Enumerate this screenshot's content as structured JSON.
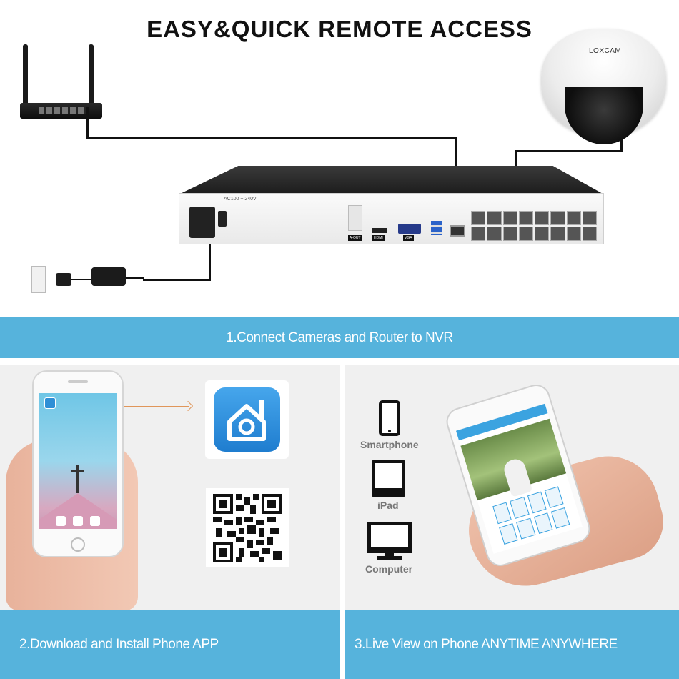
{
  "title": "EASY&QUICK REMOTE ACCESS",
  "steps": {
    "step1": "1.Connect Cameras and Router to NVR",
    "step2": "2.Download and Install Phone APP",
    "step3": "3.Live View on Phone ANYTIME ANYWHERE"
  },
  "camera": {
    "brand": "LOXCAM"
  },
  "nvr": {
    "power_label": "AC100 ~ 240V",
    "port_labels": {
      "audio_out": "A-OUT",
      "hdmi": "HDMI",
      "vga": "VGA"
    }
  },
  "devices": [
    {
      "label": "Smartphone",
      "icon": "smartphone-icon"
    },
    {
      "label": "iPad",
      "icon": "tablet-icon"
    },
    {
      "label": "Computer",
      "icon": "monitor-icon"
    }
  ],
  "colors": {
    "banner": "#56b3dc",
    "panel": "#f0f0f0",
    "arrow": "#e0965a"
  }
}
